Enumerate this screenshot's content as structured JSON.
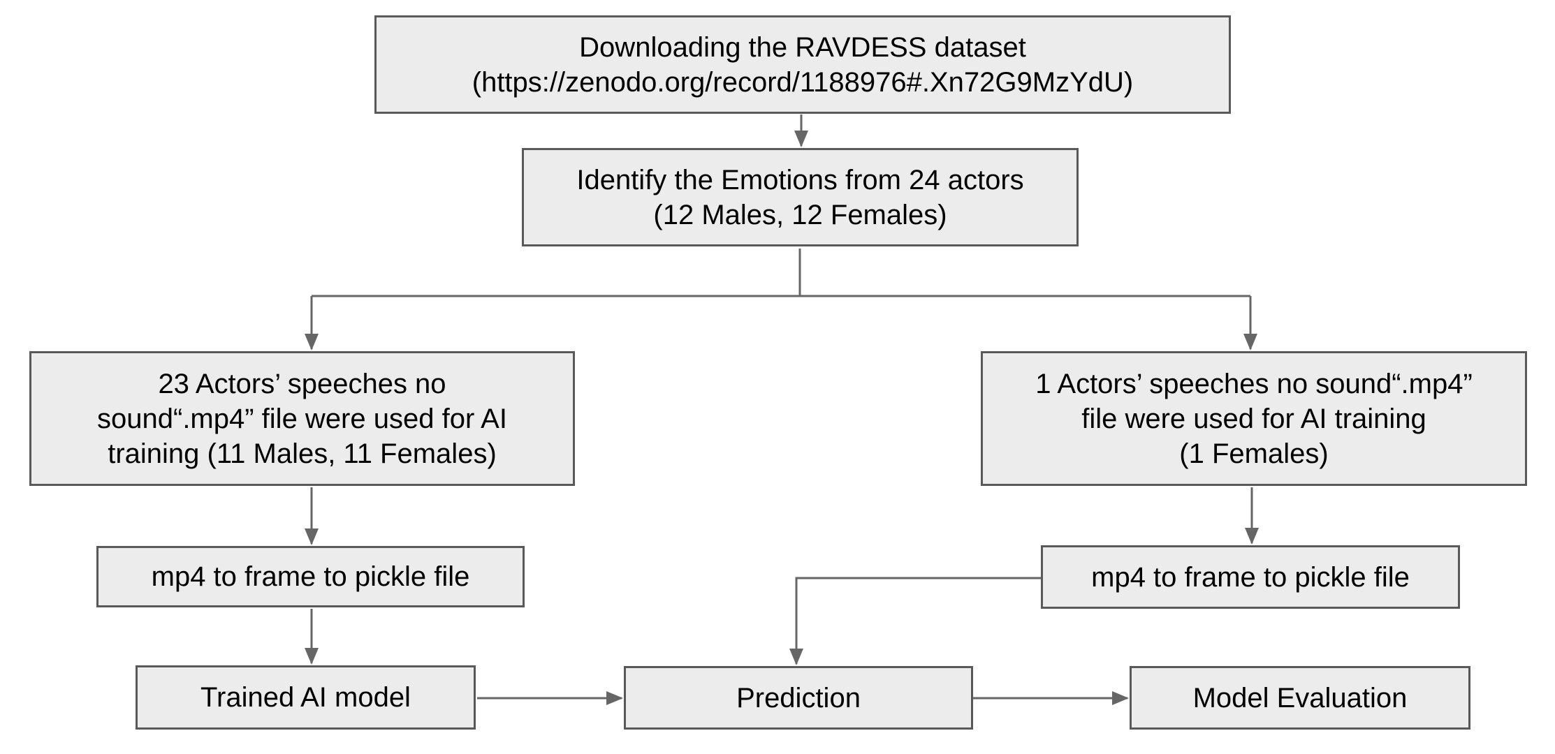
{
  "colors": {
    "background": "#ffffff",
    "box_fill": "#ececec",
    "box_border": "#595959",
    "line_color": "#666666",
    "text_color": "#000000"
  },
  "nodes": {
    "download": {
      "lines": [
        "Downloading the RAVDESS dataset",
        "(https://zenodo.org/record/1188976#.Xn72G9MzYdU)"
      ]
    },
    "identify": {
      "lines": [
        "Identify the Emotions from 24 actors",
        "(12 Males, 12 Females)"
      ]
    },
    "train23": {
      "lines": [
        "23 Actors’ speeches no",
        "sound“.mp4” file were used for AI",
        "training (11 Males, 11 Females)"
      ]
    },
    "train1": {
      "lines": [
        "1 Actors’ speeches no sound“.mp4”",
        "file were used for AI training",
        "(1 Females)"
      ]
    },
    "pickle_left": {
      "lines": [
        "mp4 to frame to pickle file"
      ]
    },
    "pickle_right": {
      "lines": [
        "mp4 to frame to pickle file"
      ]
    },
    "trained_model": {
      "lines": [
        "Trained AI model"
      ]
    },
    "prediction": {
      "lines": [
        "Prediction"
      ]
    },
    "model_eval": {
      "lines": [
        "Model Evaluation"
      ]
    }
  }
}
